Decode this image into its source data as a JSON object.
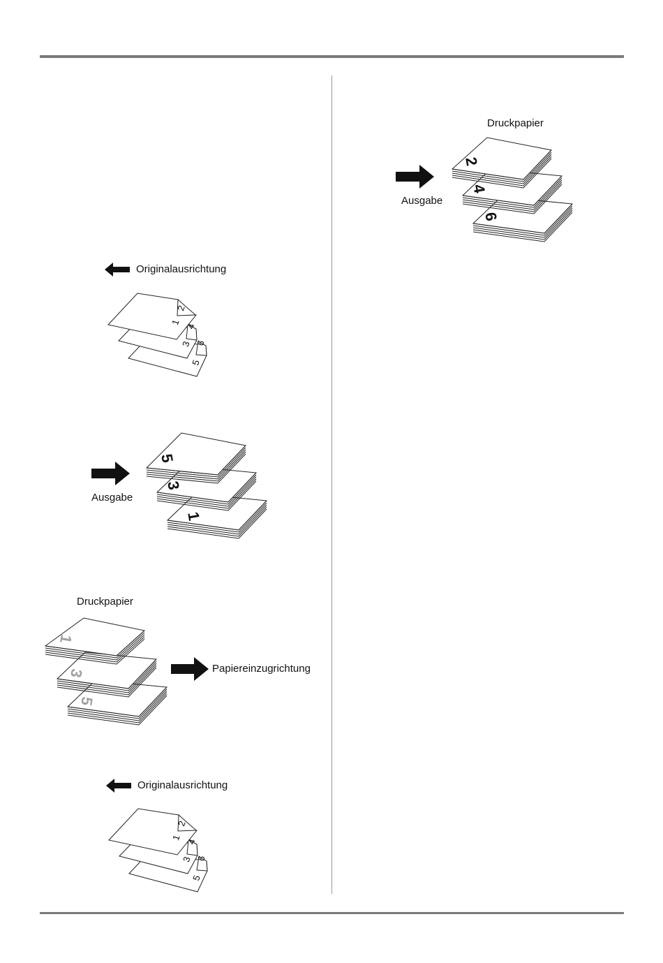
{
  "figures": {
    "orig_top": {
      "arrow_label": "Originalausrichtung",
      "page_numbers": [
        "1",
        "2",
        "3",
        "4",
        "5",
        "6"
      ]
    },
    "output_odd": {
      "output_label": "Ausgabe",
      "stack_numbers": [
        "5",
        "3",
        "1"
      ]
    },
    "paper_feed": {
      "paper_label": "Druckpapier",
      "feed_label": "Papiereinzugrichtung",
      "stack_numbers": [
        "1",
        "3",
        "5"
      ]
    },
    "orig_bottom": {
      "arrow_label": "Originalausrichtung",
      "page_numbers": [
        "1",
        "2",
        "3",
        "4",
        "5",
        "6"
      ]
    },
    "output_even": {
      "paper_label": "Druckpapier",
      "output_label": "Ausgabe",
      "stack_numbers": [
        "2",
        "4",
        "6"
      ]
    }
  }
}
